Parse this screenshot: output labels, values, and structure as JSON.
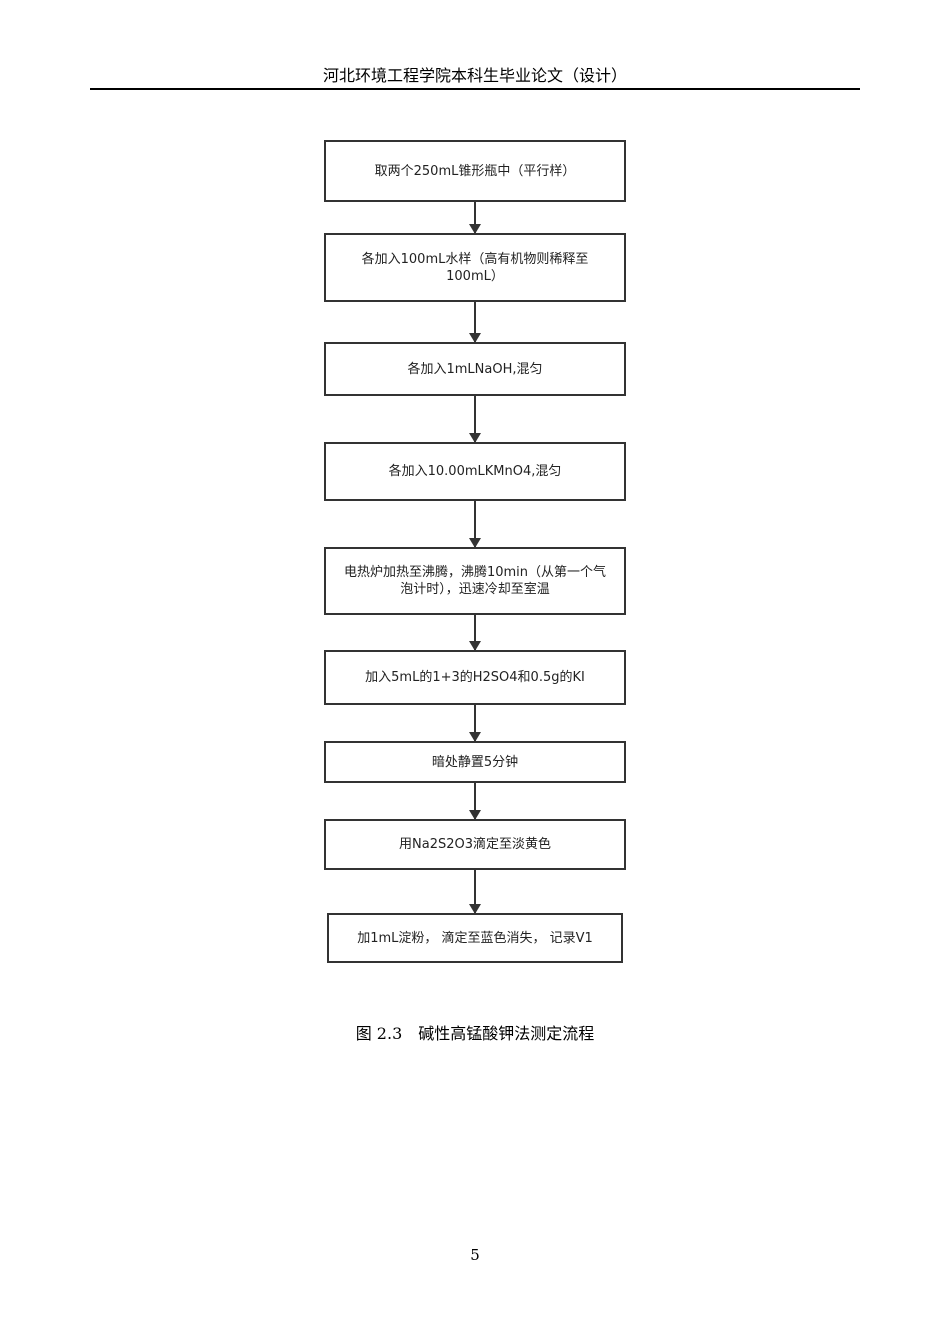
{
  "header": {
    "title": "河北环境工程学院本科生毕业论文（设计）"
  },
  "flowchart": {
    "steps": [
      "取两个250mL锥形瓶中（平行样）",
      "各加入100mL水样（高有机物则稀释至100mL）",
      "各加入1mLNaOH,混匀",
      "各加入10.00mLKMnO4,混匀",
      "电热炉加热至沸腾，沸腾10min（从第一个气泡计时），迅速冷却至室温",
      "加入5mL的1+3的H2SO4和0.5g的KI",
      "暗处静置5分钟",
      "用Na2S2O3滴定至淡黄色",
      "加1mL淀粉， 滴定至蓝色消失， 记录V1"
    ]
  },
  "caption": "图 2.3　碱性高锰酸钾法测定流程",
  "page_number": "5"
}
